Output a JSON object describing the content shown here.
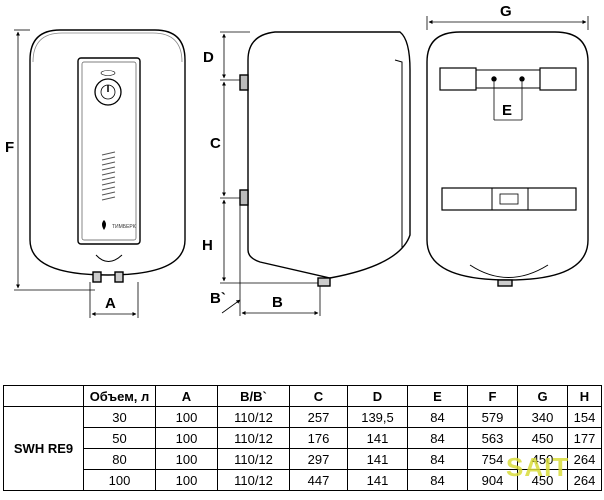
{
  "drawing": {
    "dimension_labels": {
      "a": "A",
      "b": "B",
      "b_prime": "B`",
      "c": "C",
      "d": "D",
      "e": "E",
      "f": "F",
      "g": "G",
      "h": "H"
    },
    "brand_label": "ТИМБЕРК"
  },
  "table": {
    "model": "SWH RE9",
    "headers": [
      "Объем, л",
      "A",
      "B/B`",
      "C",
      "D",
      "E",
      "F",
      "G",
      "H"
    ],
    "rows": [
      [
        "30",
        "100",
        "110/12",
        "257",
        "139,5",
        "84",
        "579",
        "340",
        "154"
      ],
      [
        "50",
        "100",
        "110/12",
        "176",
        "141",
        "84",
        "563",
        "450",
        "177"
      ],
      [
        "80",
        "100",
        "110/12",
        "297",
        "141",
        "84",
        "754",
        "450",
        "264"
      ],
      [
        "100",
        "100",
        "110/12",
        "447",
        "141",
        "84",
        "904",
        "450",
        "264"
      ]
    ]
  },
  "watermark": "SAIT"
}
